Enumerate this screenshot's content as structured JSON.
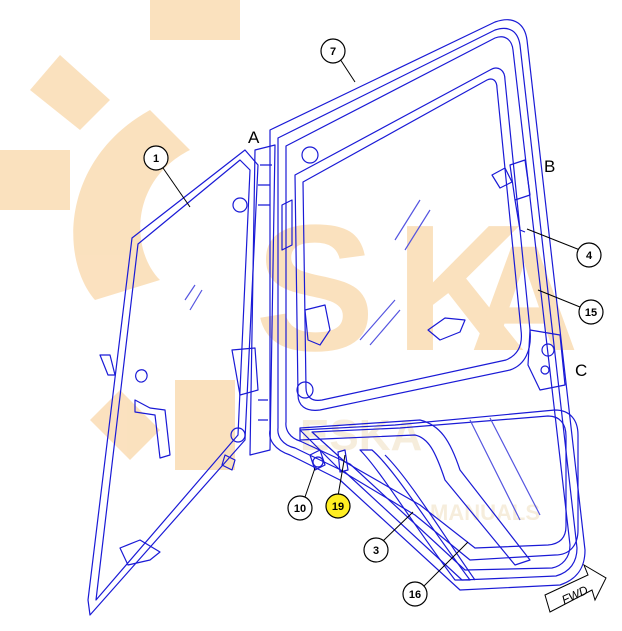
{
  "watermark": {
    "letters": [
      "S",
      "K",
      "A"
    ],
    "subtitle": "ESKA",
    "tagline": "MANUALS",
    "color": "#f7c98a"
  },
  "diagram": {
    "line_color": "#1a1ad6",
    "glass_hatch_color": "#5555e0"
  },
  "view_labels": [
    {
      "id": "A",
      "text": "A"
    },
    {
      "id": "B",
      "text": "B"
    },
    {
      "id": "C",
      "text": "C"
    }
  ],
  "callouts": [
    {
      "id": "1",
      "text": "1",
      "highlight": false
    },
    {
      "id": "7",
      "text": "7",
      "highlight": false
    },
    {
      "id": "4",
      "text": "4",
      "highlight": false
    },
    {
      "id": "15",
      "text": "15",
      "highlight": false
    },
    {
      "id": "10",
      "text": "10",
      "highlight": false
    },
    {
      "id": "19",
      "text": "19",
      "highlight": true,
      "highlight_color": "#ffee22"
    },
    {
      "id": "3",
      "text": "3",
      "highlight": false
    },
    {
      "id": "16",
      "text": "16",
      "highlight": false
    }
  ],
  "direction_arrow": {
    "text": "FWD"
  }
}
